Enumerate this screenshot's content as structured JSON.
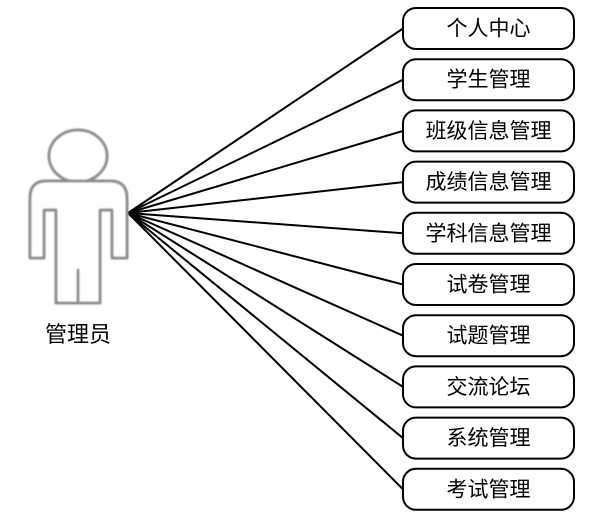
{
  "actor": {
    "label": "管理员"
  },
  "use_cases": [
    {
      "label": "个人中心"
    },
    {
      "label": "学生管理"
    },
    {
      "label": "班级信息管理"
    },
    {
      "label": "成绩信息管理"
    },
    {
      "label": "学科信息管理"
    },
    {
      "label": "试卷管理"
    },
    {
      "label": "试题管理"
    },
    {
      "label": "交流论坛"
    },
    {
      "label": "系统管理"
    },
    {
      "label": "考试管理"
    }
  ],
  "colors": {
    "line": "#000000",
    "actor_stroke": "#8c8c8c",
    "actor_fill": "#ffffff",
    "box_stroke": "#000000",
    "box_fill": "#ffffff",
    "text": "#000000"
  }
}
